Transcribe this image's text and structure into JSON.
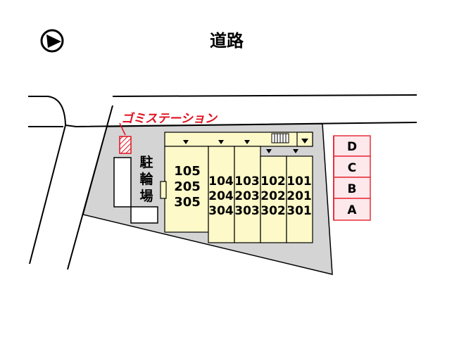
{
  "road_label": "道路",
  "garbage_station_label": "ゴミステーション",
  "bicycle_parking_label": [
    "駐",
    "輪",
    "場"
  ],
  "compass_icon": "north-arrow-icon",
  "colors": {
    "lot": "#d4d4d4",
    "building": "#fdf9c8",
    "parking_fill": "#fde8ec",
    "parking_line": "#e8303a",
    "accent_red": "#e01020"
  },
  "units_east_block": [
    [
      "101",
      "201",
      "301"
    ],
    [
      "102",
      "202",
      "302"
    ],
    [
      "103",
      "203",
      "303"
    ],
    [
      "104",
      "204",
      "304"
    ]
  ],
  "units_west_block": [
    "105",
    "205",
    "305"
  ],
  "parking_spaces": [
    "D",
    "C",
    "B",
    "A"
  ]
}
